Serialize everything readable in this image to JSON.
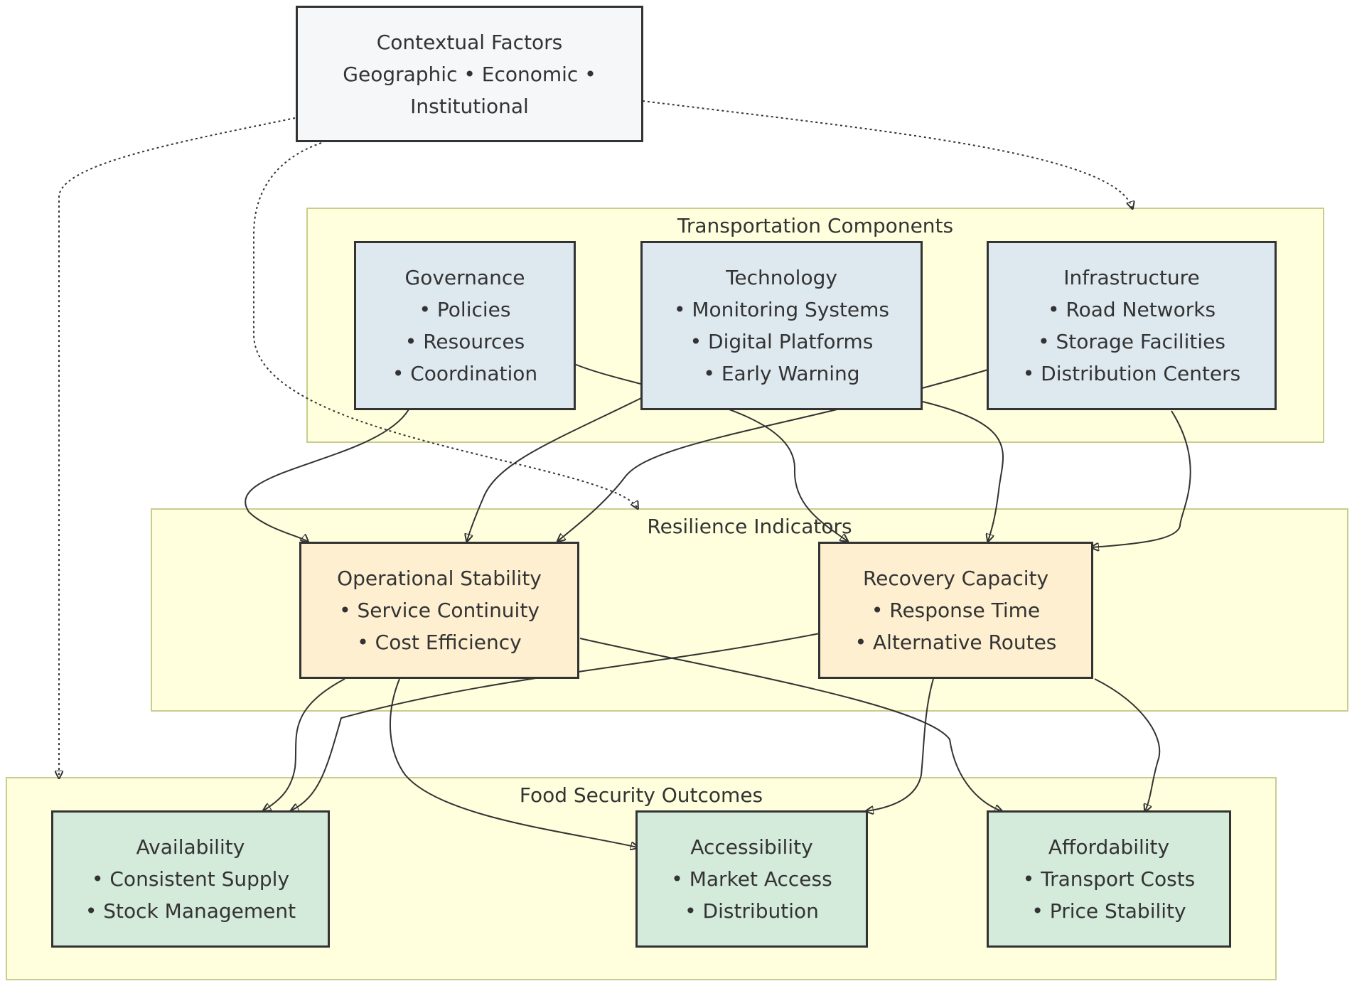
{
  "clusters": {
    "transport": {
      "title": "Transportation Components"
    },
    "resilience": {
      "title": "Resilience Indicators"
    },
    "outcomes": {
      "title": "Food Security Outcomes"
    }
  },
  "nodes": {
    "context": {
      "lines": [
        "Contextual Factors",
        "Geographic • Economic •",
        "Institutional"
      ]
    },
    "governance": {
      "lines": [
        "Governance",
        "• Policies",
        "• Resources",
        "• Coordination"
      ]
    },
    "technology": {
      "lines": [
        "Technology",
        "• Monitoring Systems",
        "• Digital Platforms",
        "• Early Warning"
      ]
    },
    "infrastructure": {
      "lines": [
        "Infrastructure",
        "• Road Networks",
        "• Storage Facilities",
        "• Distribution Centers"
      ]
    },
    "operational": {
      "lines": [
        "Operational Stability",
        "• Service Continuity",
        "• Cost Efficiency"
      ]
    },
    "recovery": {
      "lines": [
        "Recovery Capacity",
        "• Response Time",
        "• Alternative Routes"
      ]
    },
    "availability": {
      "lines": [
        "Availability",
        "• Consistent Supply",
        "• Stock Management"
      ]
    },
    "accessibility": {
      "lines": [
        "Accessibility",
        "• Market Access",
        "• Distribution"
      ]
    },
    "affordability": {
      "lines": [
        "Affordability",
        "• Transport Costs",
        "• Price Stability"
      ]
    }
  },
  "colors": {
    "cluster_fill": "#ffffde",
    "cluster_border": "#c9cc8f",
    "context_fill": "#f5f7f9",
    "transport_fill": "#dde8ef",
    "resilience_fill": "#fdefd0",
    "outcome_fill": "#d4eadb",
    "stroke": "#333333"
  },
  "edges": [
    {
      "from": "context",
      "to": "transport",
      "style": "dotted"
    },
    {
      "from": "context",
      "to": "resilience",
      "style": "dotted"
    },
    {
      "from": "context",
      "to": "outcomes",
      "style": "dotted"
    },
    {
      "from": "governance",
      "to": "operational",
      "style": "solid"
    },
    {
      "from": "governance",
      "to": "recovery",
      "style": "solid"
    },
    {
      "from": "technology",
      "to": "operational",
      "style": "solid"
    },
    {
      "from": "technology",
      "to": "recovery",
      "style": "solid"
    },
    {
      "from": "infrastructure",
      "to": "operational",
      "style": "solid"
    },
    {
      "from": "infrastructure",
      "to": "recovery",
      "style": "solid"
    },
    {
      "from": "operational",
      "to": "availability",
      "style": "solid"
    },
    {
      "from": "operational",
      "to": "accessibility",
      "style": "solid"
    },
    {
      "from": "operational",
      "to": "affordability",
      "style": "solid"
    },
    {
      "from": "recovery",
      "to": "availability",
      "style": "solid"
    },
    {
      "from": "recovery",
      "to": "accessibility",
      "style": "solid"
    },
    {
      "from": "recovery",
      "to": "affordability",
      "style": "solid"
    }
  ]
}
